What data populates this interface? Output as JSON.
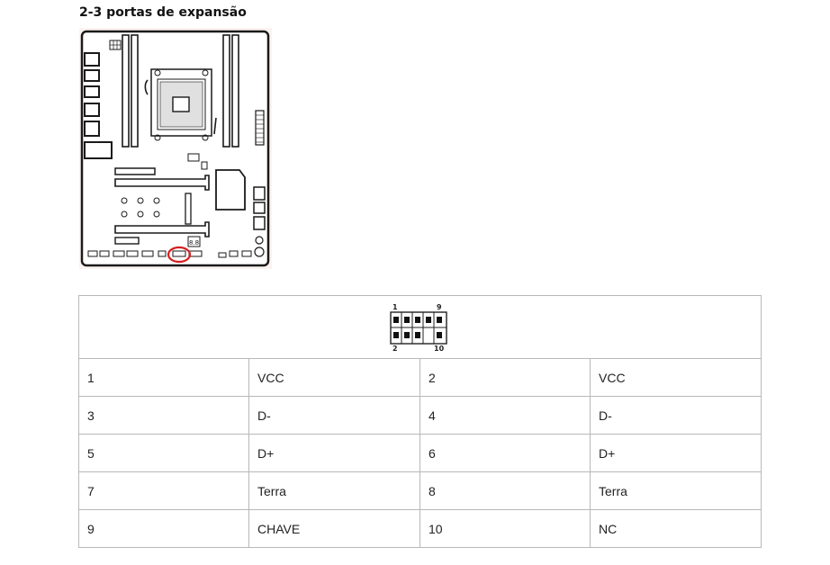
{
  "section": {
    "title": "2-3 portas de expansão"
  },
  "board": {
    "highlight_color": "#d61f1f",
    "debug_label": "8.8"
  },
  "connector": {
    "top_left_label": "1",
    "top_right_label": "9",
    "bottom_left_label": "2",
    "bottom_right_label": "10"
  },
  "pinout": {
    "rows": [
      {
        "pin_a": "1",
        "signal_a": "VCC",
        "pin_b": "2",
        "signal_b": "VCC"
      },
      {
        "pin_a": "3",
        "signal_a": "D-",
        "pin_b": "4",
        "signal_b": "D-"
      },
      {
        "pin_a": "5",
        "signal_a": "D+",
        "pin_b": "6",
        "signal_b": "D+"
      },
      {
        "pin_a": "7",
        "signal_a": "Terra",
        "pin_b": "8",
        "signal_b": "Terra"
      },
      {
        "pin_a": "9",
        "signal_a": "CHAVE",
        "pin_b": "10",
        "signal_b": "NC"
      }
    ]
  }
}
